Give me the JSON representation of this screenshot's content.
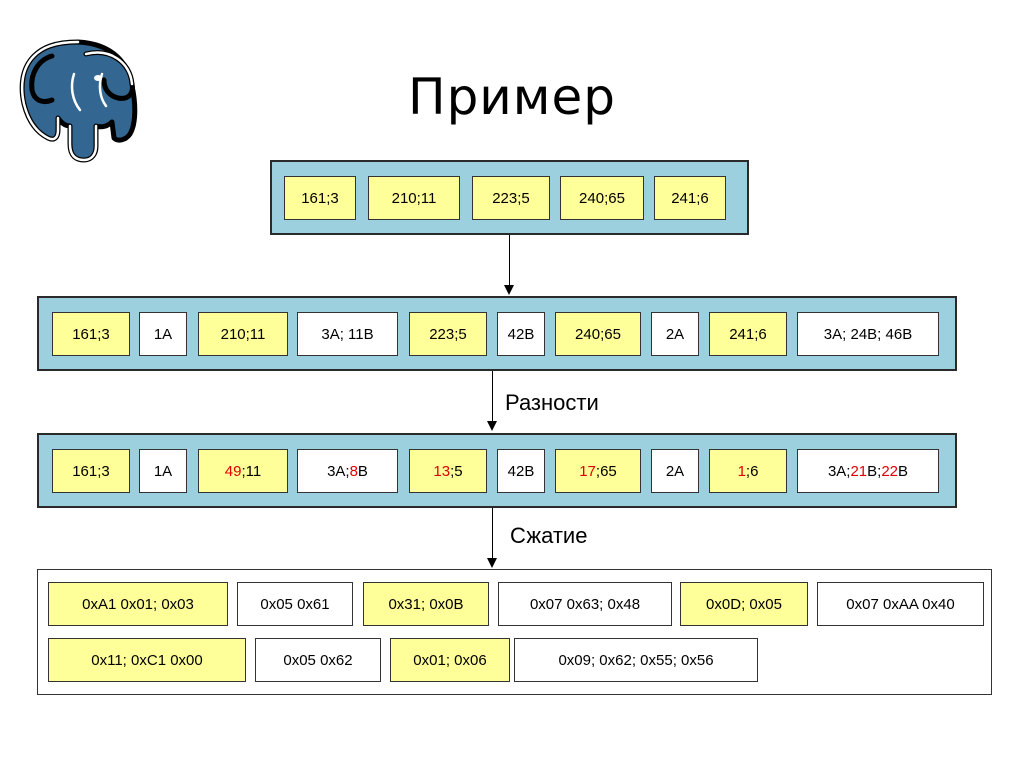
{
  "title": "Пример",
  "rows": {
    "pairs": [
      "161;3",
      "210;11",
      "223;5",
      "240;65",
      "241;6"
    ],
    "full": [
      "161;3",
      "1A",
      "210;11",
      "3A; 11B",
      "223;5",
      "42B",
      "240;65",
      "2A",
      "241;6",
      "3A; 24B; 46B"
    ],
    "diffs": [
      {
        "a": "",
        "r": "",
        "b": "161;3"
      },
      {
        "a": "1A",
        "r": "",
        "b": ""
      },
      {
        "a": "",
        "r": "49",
        "b": ";11"
      },
      {
        "a": "3A; ",
        "r": "8",
        "b": "B"
      },
      {
        "a": "",
        "r": "13",
        "b": ";5"
      },
      {
        "a": "42B",
        "r": "",
        "b": ""
      },
      {
        "a": "",
        "r": "17",
        "b": ";65"
      },
      {
        "a": "2A",
        "r": "",
        "b": ""
      },
      {
        "a": "",
        "r": "1",
        "b": ";6"
      },
      {
        "a": "3A; ",
        "r": "21",
        "b": "B; ",
        "r2": "22",
        "c": "B"
      }
    ],
    "compressed_line1": [
      "0xA1 0x01; 0x03",
      "0x05 0x61",
      "0x31; 0x0B",
      "0x07 0x63; 0x48",
      "0x0D; 0x05",
      "0x07 0xAA 0x40"
    ],
    "compressed_line2": [
      "0x11; 0xC1 0x00",
      "0x05 0x62",
      "0x01; 0x06",
      "0x09; 0x62; 0x55; 0x56"
    ]
  },
  "arrows": {
    "diff_label": "Разности",
    "compress_label": "Сжатие"
  },
  "colors": {
    "band": "#9dd0de",
    "box_yellow": "#ffff99",
    "highlight_red": "#e00000",
    "logo_blue": "#336791"
  },
  "logo": "postgresql-elephant-logo"
}
